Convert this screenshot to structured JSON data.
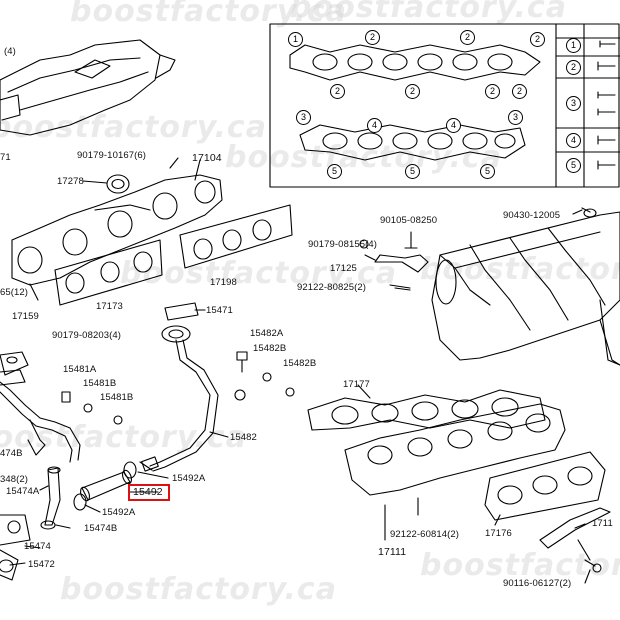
{
  "watermark": "boostfactory.ca",
  "highlight_color": "#dd1111",
  "labels": {
    "p_4": "(4)",
    "p_71": "71",
    "p17278": "17278",
    "p90179_10167": "90179-10167(6)",
    "p17104": "17104",
    "p17198": "17198",
    "p17173": "17173",
    "p17159": "17159",
    "p65_12": "65(12)",
    "p15471": "15471",
    "p90179_08203": "90179-08203(4)",
    "p15482A": "15482A",
    "p15482B_1": "15482B",
    "p15482B_2": "15482B",
    "p15481A": "15481A",
    "p15481B_1": "15481B",
    "p15481B_2": "15481B",
    "p15482": "15482",
    "p15492A_1": "15492A",
    "p15492": "15492",
    "p15492A_2": "15492A",
    "p474B": "474B",
    "p348_2": "348(2)",
    "p15474A": "15474A",
    "p15474B": "15474B",
    "p15474": "15474",
    "p15472": "15472",
    "p90105_08250": "90105-08250",
    "p90179_08155": "90179-08155(4)",
    "p17125": "17125",
    "p92122_80825": "92122-80825(2)",
    "p90430_12005": "90430-12005",
    "p17177": "17177",
    "p92122_60814": "92122-60814(2)",
    "p17111": "17111",
    "p17176": "17176",
    "p1711": "1711",
    "p90116_06127": "90116-06127(2)"
  },
  "inset_markers": [
    "1",
    "2",
    "2",
    "2",
    "2",
    "2",
    "2",
    "2",
    "3",
    "3",
    "4",
    "4",
    "5",
    "5",
    "5"
  ],
  "legend_markers": [
    "1",
    "2",
    "3",
    "4",
    "5"
  ]
}
